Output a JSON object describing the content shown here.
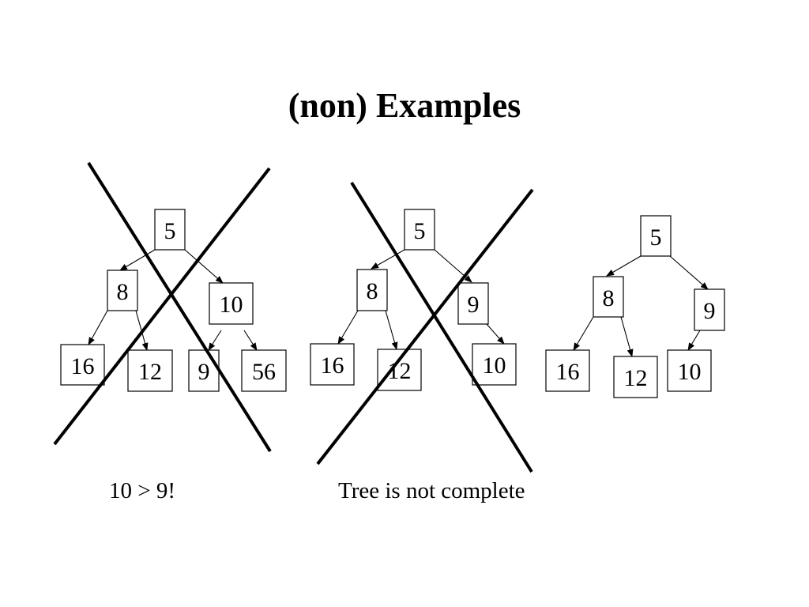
{
  "title": "(non) Examples",
  "trees": [
    {
      "crossed_out": true,
      "caption": "10 > 9!",
      "nodes": [
        "5",
        "8",
        "10",
        "16",
        "12",
        "9",
        "56"
      ]
    },
    {
      "crossed_out": true,
      "caption": "Tree is not complete",
      "nodes": [
        "5",
        "8",
        "9",
        "16",
        "12",
        "10"
      ]
    },
    {
      "crossed_out": false,
      "caption": "",
      "nodes": [
        "5",
        "8",
        "9",
        "16",
        "12",
        "10"
      ]
    }
  ],
  "colors": {
    "background": "#ffffff",
    "ink": "#000000"
  }
}
